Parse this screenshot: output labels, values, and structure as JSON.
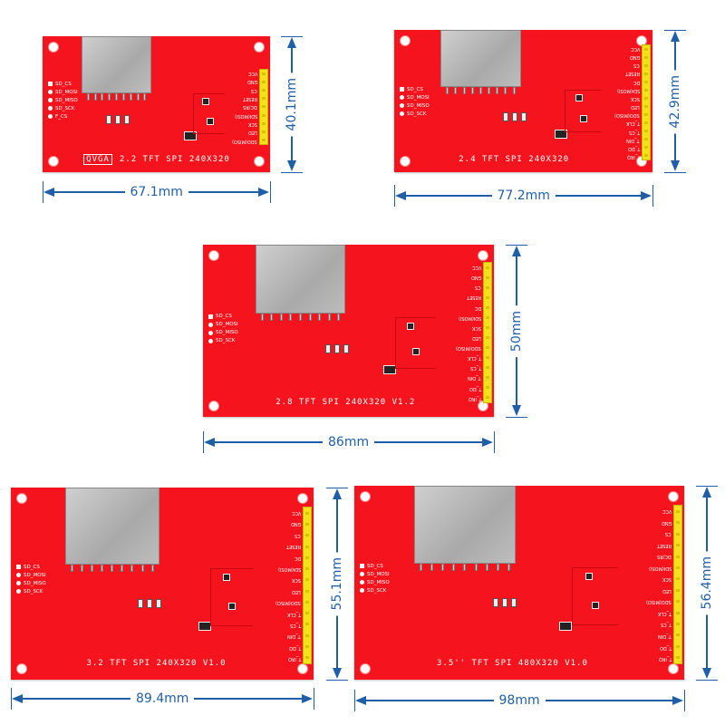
{
  "boards": [
    {
      "name": "2.2",
      "qvga": "QVGA",
      "title": "2.2 TFT SPI 240X320",
      "width_label": "67.1mm",
      "height_label": "40.1mm",
      "sd_pins": [
        "SD_CS",
        "SD_MOSI",
        "SD_MISO",
        "SD_SCK",
        "F_CS"
      ],
      "header_pins": [
        "VCC",
        "GND",
        "CS",
        "RESET",
        "DC/RS",
        "SDI(MOSI)",
        "SCK",
        "LED",
        "SDO(MISO)"
      ]
    },
    {
      "name": "2.4",
      "title": "2.4 TFT SPI 240X320",
      "width_label": "77.2mm",
      "height_label": "42.9mm",
      "sd_pins": [
        "SD_CS",
        "SD_MOSI",
        "SD_MISO",
        "SD_SCK"
      ],
      "header_pins": [
        "VCC",
        "GND",
        "CS",
        "RESET",
        "DC",
        "SDI(MOSI)",
        "SCK",
        "LED",
        "SDO(MISO)",
        "T_CLK",
        "T_CS",
        "T_DIN",
        "T_DO",
        "T_IRQ"
      ]
    },
    {
      "name": "2.8",
      "title": "2.8 TFT SPI 240X320 V1.2",
      "width_label": "86mm",
      "height_label": "50mm",
      "sd_pins": [
        "SD_CS",
        "SD_MOSI",
        "SD_MISO",
        "SD_SCK"
      ],
      "header_pins": [
        "VCC",
        "GND",
        "CS",
        "RESET",
        "DC",
        "SDI(MOSI)",
        "SCK",
        "LED",
        "SDO(MISO)",
        "T_CLK",
        "T_CS",
        "T_DIN",
        "T_DO",
        "T_IRQ"
      ]
    },
    {
      "name": "3.2",
      "title": "3.2 TFT SPI 240X320 V1.0",
      "width_label": "89.4mm",
      "height_label": "55.1mm",
      "sd_pins": [
        "SD_CS",
        "SD_MOSI",
        "SD_MISO",
        "SD_SCK"
      ],
      "header_pins": [
        "VCC",
        "GND",
        "CS",
        "RESET",
        "DC",
        "SDI(MOSI)",
        "SCK",
        "LED",
        "SDO(MISO)",
        "T_CLK",
        "T_CS",
        "T_DIN",
        "T_DO",
        "T_IRQ"
      ]
    },
    {
      "name": "3.5",
      "title": "3.5'' TFT SPI 480X320 V1.0",
      "width_label": "98mm",
      "height_label": "56.4mm",
      "sd_pins": [
        "SD_CS",
        "SD_MOSI",
        "SD_MISO",
        "SD_SCK"
      ],
      "header_pins": [
        "VCC",
        "GND",
        "CS",
        "RESET",
        "DC/RS",
        "SDI(MOSI)",
        "SCK",
        "LED",
        "SDO(MISO)",
        "T_CLK",
        "T_CS",
        "T_DIN",
        "T_DO",
        "T_IRQ"
      ]
    }
  ],
  "colors": {
    "pcb": "#f5141e",
    "header": "#f3e21a",
    "dimension": "#1f5fa8"
  }
}
